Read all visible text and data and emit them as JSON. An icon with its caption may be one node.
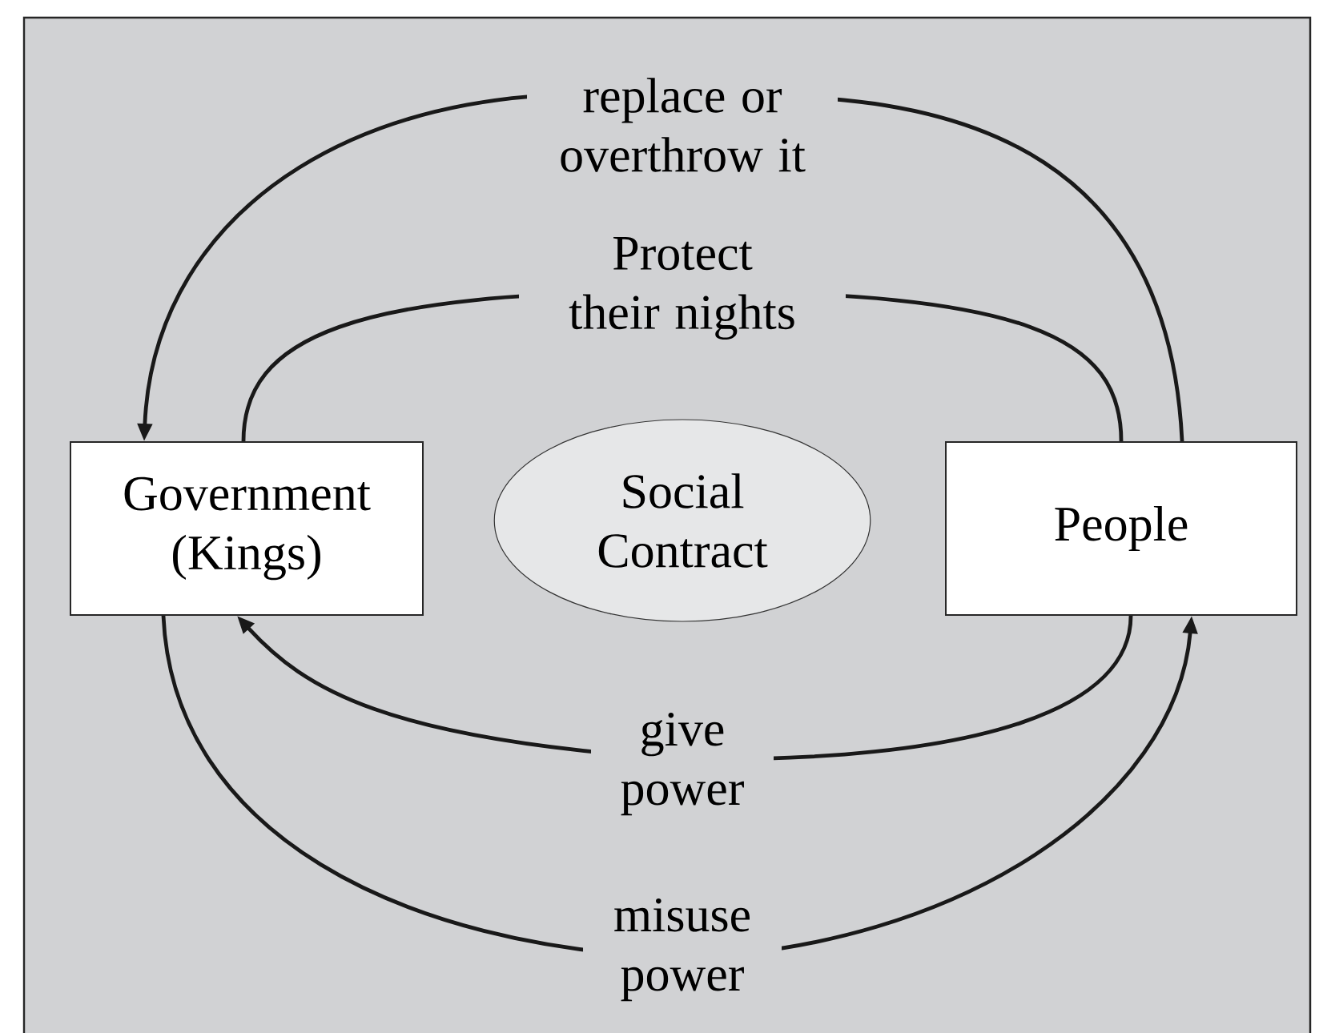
{
  "diagram": {
    "nodes": [
      {
        "text": [
          "Government (Kings)"
        ]
      },
      {
        "text": [
          "Social Contract"
        ]
      },
      {
        "text": [
          "People"
        ]
      }
    ],
    "edges": [
      {
        "from": 2,
        "to": 0,
        "arrow": "to",
        "label": "replace or overthrow it"
      },
      {
        "from": 0,
        "to": 2,
        "arrow": "none",
        "label": "Protect their nights"
      },
      {
        "from": 2,
        "to": 0,
        "arrow": "to",
        "label": "give power"
      },
      {
        "from": 0,
        "to": 2,
        "arrow": "to",
        "label": "misuse power"
      }
    ]
  }
}
